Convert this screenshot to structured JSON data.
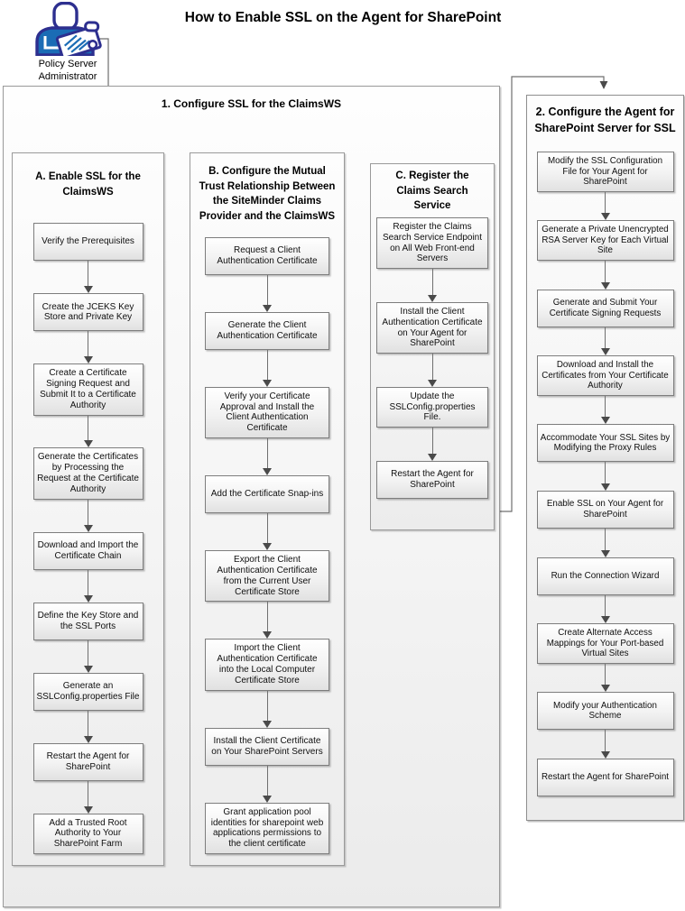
{
  "title": "How to Enable SSL on the Agent for SharePoint",
  "actor": {
    "label": "Policy Server\nAdministrator"
  },
  "phase1": {
    "title": "1. Configure SSL for the ClaimsWS",
    "columns": [
      {
        "id": "A",
        "header": "A. Enable SSL for the ClaimsWS",
        "steps": [
          "Verify the Prerequisites",
          "Create the JCEKS Key Store and Private Key",
          "Create a Certificate Signing Request and Submit It to a Certificate Authority",
          "Generate the Certificates by Processing the Request at the Certificate Authority",
          "Download and Import the Certificate Chain",
          "Define the Key Store and the SSL Ports",
          "Generate an SSLConfig.properties File",
          "Restart the Agent for SharePoint",
          "Add a Trusted Root Authority to Your SharePoint Farm"
        ]
      },
      {
        "id": "B",
        "header": "B. Configure the Mutual Trust Relationship Between the SiteMinder Claims Provider and the ClaimsWS",
        "steps": [
          "Request a Client Authentication Certificate",
          "Generate the Client Authentication Certificate",
          "Verify your Certificate Approval and Install the Client Authentication Certificate",
          "Add the Certificate Snap-ins",
          "Export the Client Authentication Certificate from the Current User Certificate Store",
          "Import the Client Authentication Certificate into the Local Computer Certificate Store",
          "Install the Client Certificate on Your SharePoint Servers",
          "Grant application pool identities for sharepoint web applications permissions to the client certificate"
        ]
      },
      {
        "id": "C",
        "header": "C. Register the Claims Search Service",
        "steps": [
          "Register the Claims Search Service Endpoint on All Web Front-end Servers",
          "Install the Client Authentication Certificate on Your Agent for SharePoint",
          "Update the SSLConfig.properties File.",
          "Restart the Agent for SharePoint"
        ]
      }
    ]
  },
  "phase2": {
    "title": "2. Configure the Agent for SharePoint Server for SSL",
    "steps": [
      "Modify the SSL Configuration File for Your Agent for SharePoint",
      "Generate a Private Unencrypted RSA Server Key for Each Virtual Site",
      "Generate and Submit Your Certificate Signing Requests",
      "Download and Install the Certificates from Your Certificate Authority",
      "Accommodate Your SSL Sites by Modifying the Proxy Rules",
      "Enable SSL on Your Agent for SharePoint",
      "Run the Connection Wizard",
      "Create Alternate Access Mappings for Your Port-based Virtual Sites",
      "Modify your Authentication Scheme",
      "Restart the Agent for SharePoint"
    ]
  },
  "colors": {
    "icon_fill_blue": "#1b6cb5",
    "icon_outline_navy": "#2d2f8f",
    "connector_line": "#6f6f6f",
    "arrowhead": "#4a4a4a",
    "box_border": "#7d7d7d",
    "container_border": "#999999"
  }
}
